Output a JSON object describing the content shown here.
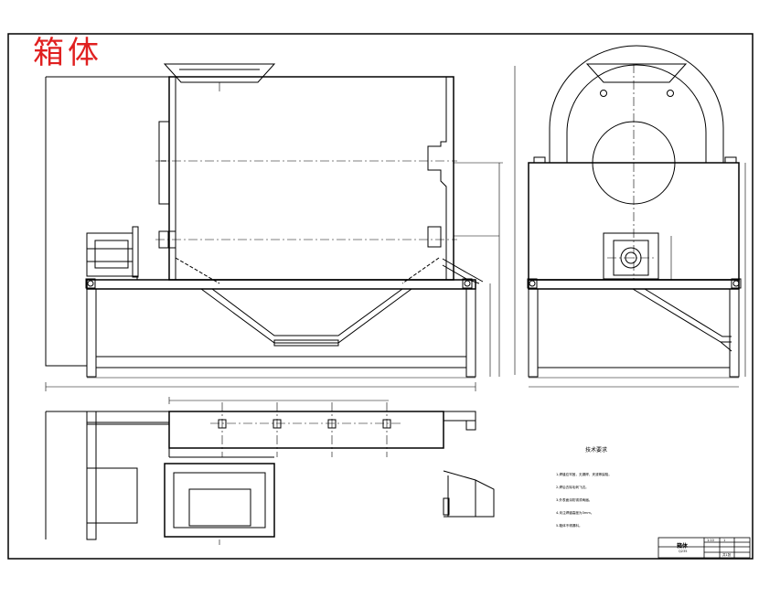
{
  "drawing_title": "箱体",
  "technical_requirements": {
    "title": "技术要求",
    "items": [
      "1.焊缝应牢固，无漏焊、夹渣等缺陷。",
      "2.焊后去除毛刺飞边。",
      "3.外表面涂防锈漆两遍。",
      "4.未注焊缝高度为3mm。",
      "5.箱体不得漏料。"
    ]
  },
  "title_block": {
    "part_name": "箱体",
    "material": "Q235",
    "scale": "1:10",
    "quantity": "1",
    "sheet": "共1张"
  },
  "colors": {
    "line": "#000000",
    "title": "#e02020",
    "background": "#ffffff"
  }
}
